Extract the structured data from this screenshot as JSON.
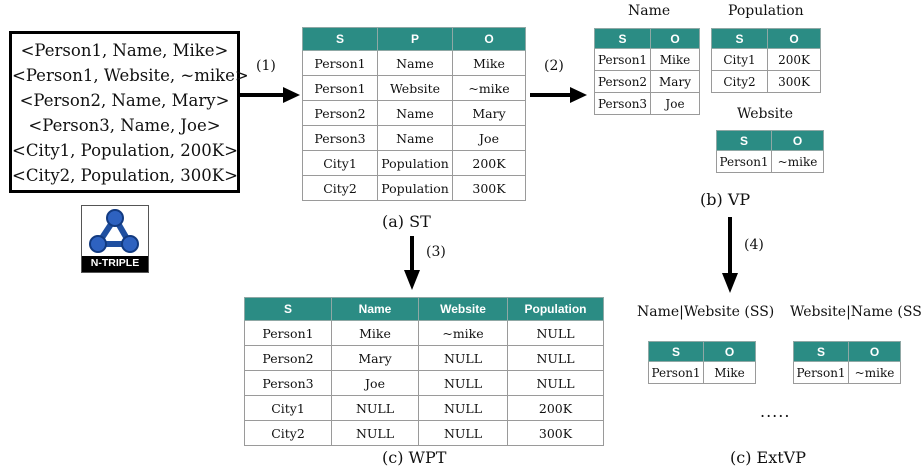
{
  "triples": [
    "<Person1, Name, Mike>",
    "<Person1, Website, ~mike>",
    "<Person2, Name, Mary>",
    "<Person3, Name, Joe>",
    "<City1, Population, 200K>",
    "<City2, Population, 300K>"
  ],
  "logo": {
    "text": "N-TRIPLE"
  },
  "steps": {
    "s1": "(1)",
    "s2": "(2)",
    "s3": "(3)",
    "s4": "(4)"
  },
  "st": {
    "caption": "(a) ST",
    "headers": [
      "S",
      "P",
      "O"
    ],
    "rows": [
      [
        "Person1",
        "Name",
        "Mike"
      ],
      [
        "Person1",
        "Website",
        "~mike"
      ],
      [
        "Person2",
        "Name",
        "Mary"
      ],
      [
        "Person3",
        "Name",
        "Joe"
      ],
      [
        "City1",
        "Population",
        "200K"
      ],
      [
        "City2",
        "Population",
        "300K"
      ]
    ]
  },
  "vp": {
    "caption": "(b) VP",
    "tables": [
      {
        "title": "Name",
        "headers": [
          "S",
          "O"
        ],
        "rows": [
          [
            "Person1",
            "Mike"
          ],
          [
            "Person2",
            "Mary"
          ],
          [
            "Person3",
            "Joe"
          ]
        ]
      },
      {
        "title": "Population",
        "headers": [
          "S",
          "O"
        ],
        "rows": [
          [
            "City1",
            "200K"
          ],
          [
            "City2",
            "300K"
          ]
        ]
      },
      {
        "title": "Website",
        "headers": [
          "S",
          "O"
        ],
        "rows": [
          [
            "Person1",
            "~mike"
          ]
        ]
      }
    ]
  },
  "wpt": {
    "caption": "(c) WPT",
    "headers": [
      "S",
      "Name",
      "Website",
      "Population"
    ],
    "rows": [
      [
        "Person1",
        "Mike",
        "~mike",
        "NULL"
      ],
      [
        "Person2",
        "Mary",
        "NULL",
        "NULL"
      ],
      [
        "Person3",
        "Joe",
        "NULL",
        "NULL"
      ],
      [
        "City1",
        "NULL",
        "NULL",
        "200K"
      ],
      [
        "City2",
        "NULL",
        "NULL",
        "300K"
      ]
    ]
  },
  "extvp": {
    "caption": "(c) ExtVP",
    "ellipsis": ".....",
    "tables": [
      {
        "title": "Name|Website (SS)",
        "headers": [
          "S",
          "O"
        ],
        "rows": [
          [
            "Person1",
            "Mike"
          ]
        ]
      },
      {
        "title": "Website|Name (SS)",
        "headers": [
          "S",
          "O"
        ],
        "rows": [
          [
            "Person1",
            "~mike"
          ]
        ]
      }
    ]
  }
}
